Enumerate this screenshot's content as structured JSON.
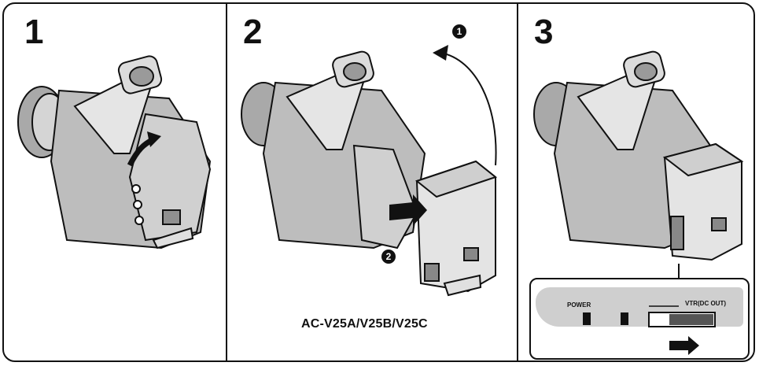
{
  "steps": [
    {
      "number": "1"
    },
    {
      "number": "2"
    },
    {
      "number": "3"
    }
  ],
  "step2": {
    "model_label": "AC-V25A/V25B/V25C",
    "callout_1": "1",
    "callout_2": "2"
  },
  "step3": {
    "power_label": "POWER",
    "vtr_label": "VTR(DC OUT)"
  },
  "colors": {
    "ink": "#111111",
    "body_gray": "#bdbdbd",
    "panel_gray": "#cfcfcf"
  }
}
